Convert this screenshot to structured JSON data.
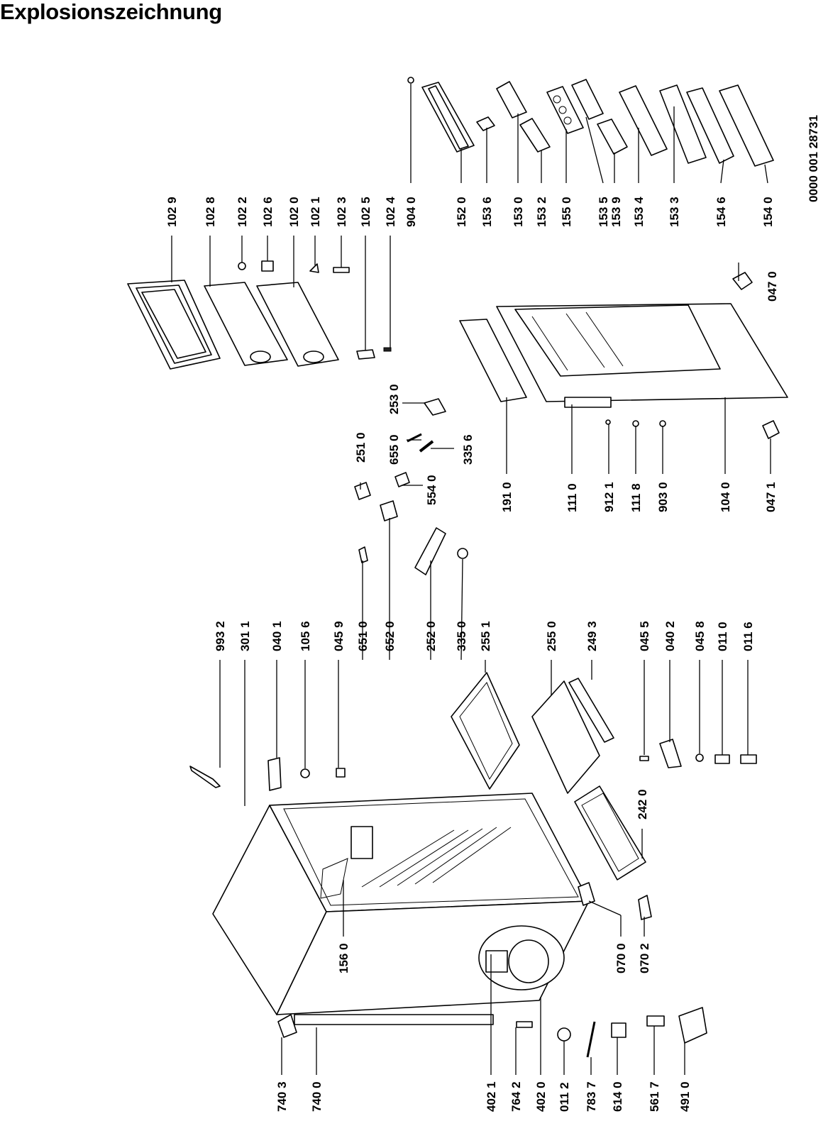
{
  "title": "Explosionszeichnung",
  "doc_number": "0000 001 28731",
  "colors": {
    "ink": "#000000",
    "paper": "#ffffff"
  },
  "labels": [
    {
      "id": "l1029",
      "text": "102 9"
    },
    {
      "id": "l1028",
      "text": "102 8"
    },
    {
      "id": "l1022",
      "text": "102 2"
    },
    {
      "id": "l1026",
      "text": "102 6"
    },
    {
      "id": "l1020",
      "text": "102 0"
    },
    {
      "id": "l1021",
      "text": "102 1"
    },
    {
      "id": "l1023",
      "text": "102 3"
    },
    {
      "id": "l1025",
      "text": "102 5"
    },
    {
      "id": "l1024",
      "text": "102 4"
    },
    {
      "id": "l9040",
      "text": "904 0"
    },
    {
      "id": "l1520",
      "text": "152 0"
    },
    {
      "id": "l1536",
      "text": "153 6"
    },
    {
      "id": "l1530",
      "text": "153 0"
    },
    {
      "id": "l1532",
      "text": "153 2"
    },
    {
      "id": "l1550",
      "text": "155 0"
    },
    {
      "id": "l1535",
      "text": "153 5"
    },
    {
      "id": "l1539",
      "text": "153 9"
    },
    {
      "id": "l1534",
      "text": "153 4"
    },
    {
      "id": "l1533",
      "text": "153 3"
    },
    {
      "id": "l1546",
      "text": "154 6"
    },
    {
      "id": "l1540",
      "text": "154 0"
    },
    {
      "id": "l2530",
      "text": "253 0"
    },
    {
      "id": "l6550",
      "text": "655 0"
    },
    {
      "id": "l3356",
      "text": "335 6"
    },
    {
      "id": "l2510",
      "text": "251 0"
    },
    {
      "id": "l5540",
      "text": "554 0"
    },
    {
      "id": "l1910",
      "text": "191 0"
    },
    {
      "id": "l1110",
      "text": "111 0"
    },
    {
      "id": "l9121",
      "text": "912 1"
    },
    {
      "id": "l1118",
      "text": "111 8"
    },
    {
      "id": "l9030",
      "text": "903 0"
    },
    {
      "id": "l1040",
      "text": "104 0"
    },
    {
      "id": "l0470",
      "text": "047 0"
    },
    {
      "id": "l0471",
      "text": "047 1"
    },
    {
      "id": "l9932",
      "text": "993 2"
    },
    {
      "id": "l3011",
      "text": "301 1"
    },
    {
      "id": "l0401",
      "text": "040 1"
    },
    {
      "id": "l1056",
      "text": "105 6"
    },
    {
      "id": "l0459",
      "text": "045 9"
    },
    {
      "id": "l6510",
      "text": "651 0"
    },
    {
      "id": "l6520",
      "text": "652 0"
    },
    {
      "id": "l2520",
      "text": "252 0"
    },
    {
      "id": "l3350",
      "text": "335 0"
    },
    {
      "id": "l2551",
      "text": "255 1"
    },
    {
      "id": "l2550",
      "text": "255 0"
    },
    {
      "id": "l2493",
      "text": "249 3"
    },
    {
      "id": "l0455",
      "text": "045 5"
    },
    {
      "id": "l0402",
      "text": "040 2"
    },
    {
      "id": "l0458",
      "text": "045 8"
    },
    {
      "id": "l0110",
      "text": "011 0"
    },
    {
      "id": "l0116",
      "text": "011 6"
    },
    {
      "id": "l2420",
      "text": "242 0"
    },
    {
      "id": "l1560",
      "text": "156 0"
    },
    {
      "id": "l0700",
      "text": "070 0"
    },
    {
      "id": "l0702",
      "text": "070 2"
    },
    {
      "id": "l7403",
      "text": "740 3"
    },
    {
      "id": "l7400",
      "text": "740 0"
    },
    {
      "id": "l4021",
      "text": "402 1"
    },
    {
      "id": "l7642",
      "text": "764 2"
    },
    {
      "id": "l4020",
      "text": "402 0"
    },
    {
      "id": "l0112",
      "text": "011 2"
    },
    {
      "id": "l7837",
      "text": "783 7"
    },
    {
      "id": "l6140",
      "text": "614 0"
    },
    {
      "id": "l5617",
      "text": "561 7"
    },
    {
      "id": "l4910",
      "text": "491 0"
    }
  ]
}
